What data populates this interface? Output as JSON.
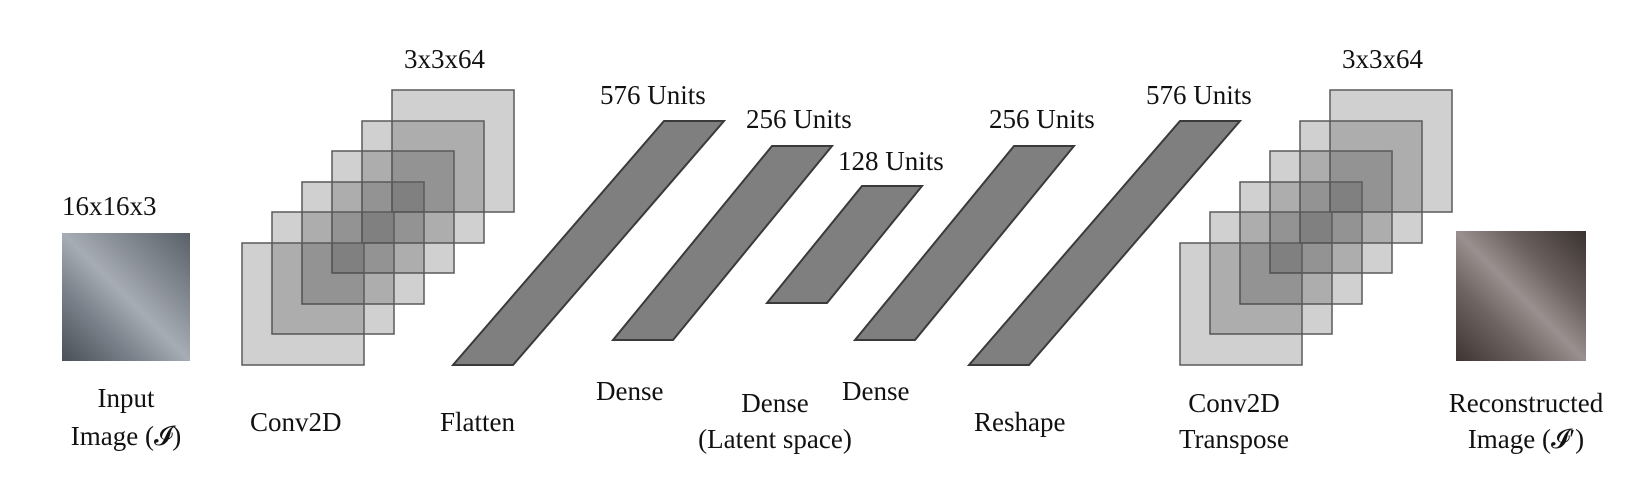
{
  "input": {
    "dims": "16x16x3",
    "caption_line1": "Input",
    "caption_line2": "Image (𝓘)"
  },
  "conv": {
    "dims": "3x3x64",
    "caption": "Conv2D"
  },
  "flatten": {
    "units": "576 Units",
    "caption": "Flatten"
  },
  "dense1": {
    "units": "256 Units",
    "caption": "Dense"
  },
  "latent": {
    "units": "128 Units",
    "caption_line1": "Dense",
    "caption_line2": "(Latent space)"
  },
  "dense2": {
    "units": "256 Units",
    "caption": "Dense"
  },
  "reshape": {
    "units": "576 Units",
    "caption": "Reshape"
  },
  "deconv": {
    "dims": "3x3x64",
    "caption_line1": "Conv2D",
    "caption_line2": "Transpose"
  },
  "output": {
    "caption_line1": "Reconstructed",
    "caption_line2": "Image (𝓘′)"
  },
  "colors": {
    "dense_fill": "#7f7f7f",
    "dense_stroke": "#3a3a3a",
    "filter_fill": "#4a4a4a"
  }
}
